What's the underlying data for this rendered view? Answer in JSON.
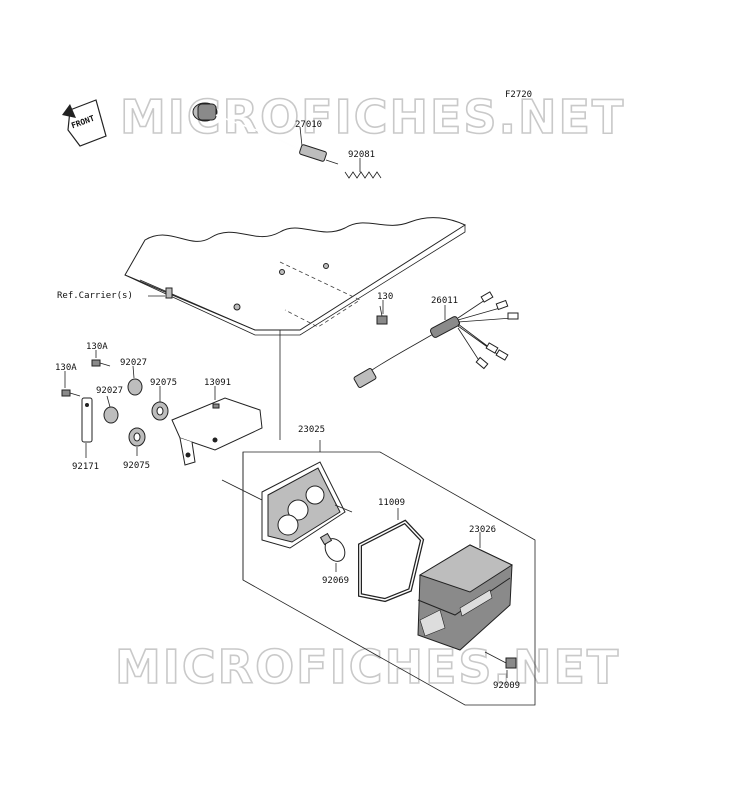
{
  "diagram": {
    "code": "F2720",
    "watermark_top": "MICROFICHES.NET",
    "watermark_bottom": "MICROFICHES.NET",
    "front_arrow": "FRONT",
    "labels": {
      "p27010": "27010",
      "p92081": "92081",
      "ref_carrier": "Ref.Carrier(s)",
      "p130": "130",
      "p26011": "26011",
      "p130A_top": "130A",
      "p130A_left": "130A",
      "p92027_top": "92027",
      "p92027_mid": "92027",
      "p92075_top": "92075",
      "p92075_bottom": "92075",
      "p13091": "13091",
      "p92171": "92171",
      "p23025": "23025",
      "p11009": "11009",
      "p23026": "23026",
      "p92069": "92069",
      "p92009": "92009"
    }
  }
}
